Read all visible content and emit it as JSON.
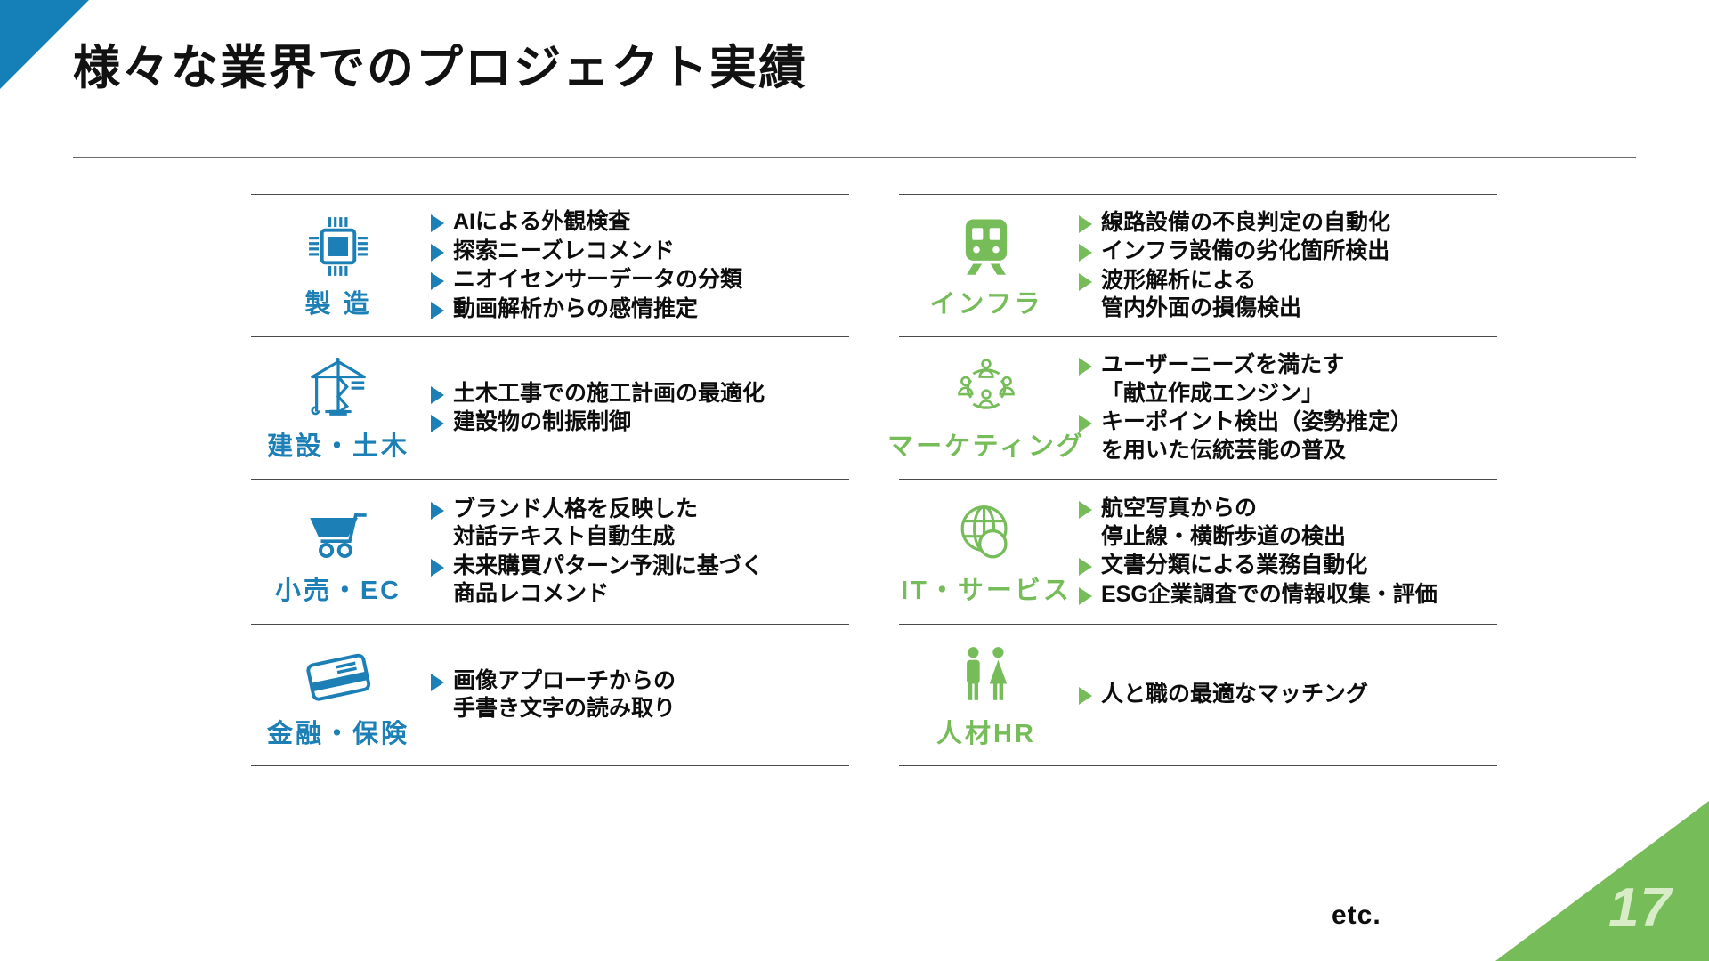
{
  "slide": {
    "title": "様々な業界でのプロジェクト実績",
    "page_number": "17",
    "footer_note": "etc.",
    "accent_blue": "#1c7fb5",
    "accent_green": "#76bd5a",
    "corner_blue": "#1580b8",
    "page_number_color": "#d8ecc8"
  },
  "columns": [
    {
      "side": "left",
      "sections": [
        {
          "label": "製 造",
          "icon": "microchip-icon",
          "color": "blue",
          "items": [
            "AIによる外観検査",
            "探索ニーズレコメンド",
            "ニオイセンサーデータの分類",
            "動画解析からの感情推定"
          ]
        },
        {
          "label": "建設・土木",
          "icon": "crane-icon",
          "color": "blue",
          "items": [
            "土木工事での施工計画の最適化",
            "建設物の制振制御"
          ]
        },
        {
          "label": "小売・EC",
          "icon": "shopping-cart-icon",
          "color": "blue",
          "items": [
            "ブランド人格を反映した\n対話テキスト自動生成",
            "未来購買パターン予測に基づく\n商品レコメンド"
          ]
        },
        {
          "label": "金融・保険",
          "icon": "credit-card-icon",
          "color": "blue",
          "items": [
            "画像アプローチからの\n手書き文字の読み取り"
          ]
        }
      ]
    },
    {
      "side": "right",
      "sections": [
        {
          "label": "インフラ",
          "icon": "train-icon",
          "color": "green",
          "items": [
            "線路設備の不良判定の自動化",
            "インフラ設備の劣化箇所検出",
            "波形解析による\n管内外面の損傷検出"
          ]
        },
        {
          "label": "マーケティング",
          "icon": "people-network-icon",
          "color": "green",
          "items": [
            "ユーザーニーズを満たす\n「献立作成エンジン」",
            "キーポイント検出（姿勢推定）\nを用いた伝統芸能の普及"
          ]
        },
        {
          "label": "IT・サービス",
          "icon": "globe-icon",
          "color": "green",
          "items": [
            "航空写真からの\n停止線・横断歩道の検出",
            "文書分類による業務自動化",
            "ESG企業調査での情報収集・評価"
          ]
        },
        {
          "label": "人材HR",
          "icon": "people-pair-icon",
          "color": "green",
          "items": [
            "人と職の最適なマッチング"
          ]
        }
      ]
    }
  ]
}
